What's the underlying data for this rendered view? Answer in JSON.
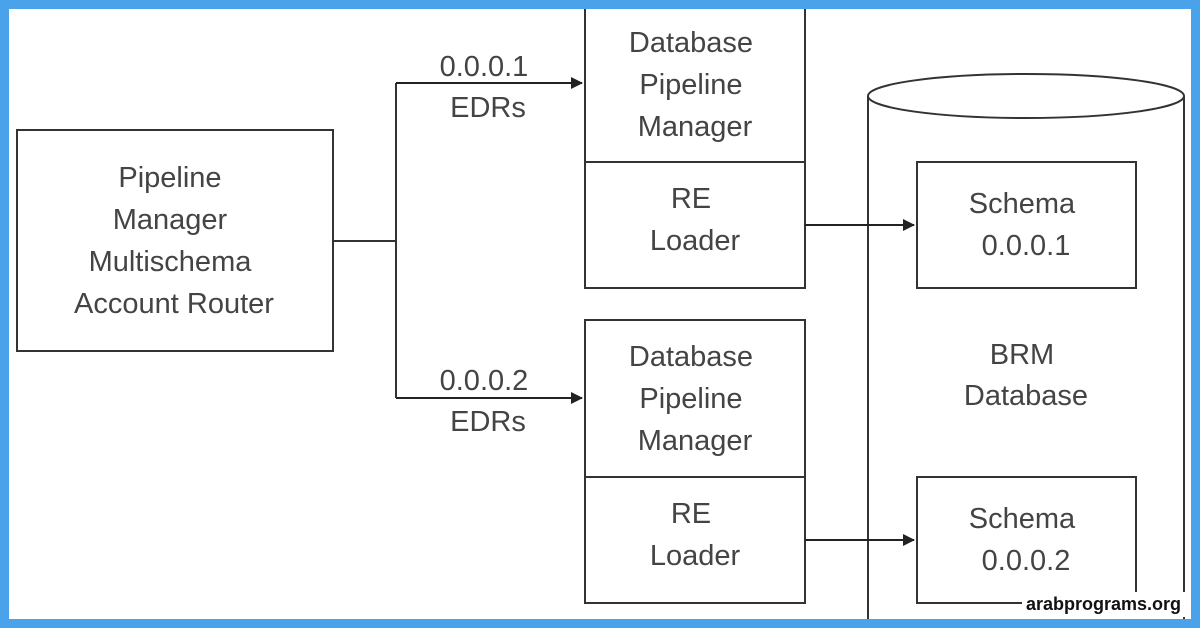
{
  "router": {
    "lines": [
      "Pipeline",
      "Manager",
      "Multischema",
      "Account Router"
    ]
  },
  "routes": [
    {
      "lines": [
        "0.0.0.1",
        "EDRs"
      ]
    },
    {
      "lines": [
        "0.0.0.2",
        "EDRs"
      ]
    }
  ],
  "pipeline_managers": [
    {
      "lines": [
        "Database",
        "Pipeline",
        "Manager"
      ]
    },
    {
      "lines": [
        "Database",
        "Pipeline",
        "Manager"
      ]
    }
  ],
  "re_loaders": [
    {
      "lines": [
        "RE",
        "Loader"
      ]
    },
    {
      "lines": [
        "RE",
        "Loader"
      ]
    }
  ],
  "database": {
    "lines": [
      "BRM",
      "Database"
    ]
  },
  "schemas": [
    {
      "lines": [
        "Schema",
        "0.0.0.1"
      ]
    },
    {
      "lines": [
        "Schema",
        "0.0.0.2"
      ]
    }
  ],
  "colors": {
    "frame": "#4aa3ea",
    "stroke": "#333333",
    "text": "#444444"
  },
  "watermark": "arabprograms.org"
}
